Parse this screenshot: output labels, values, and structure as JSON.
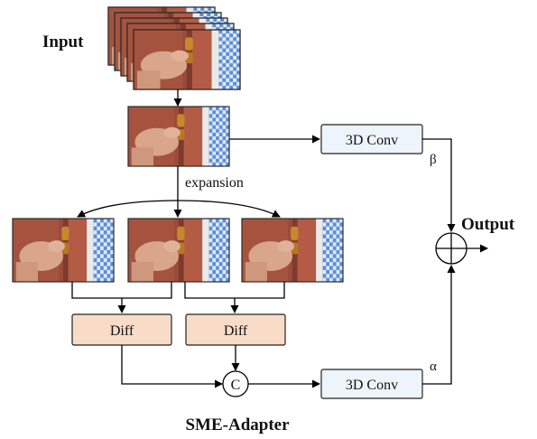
{
  "diagram": {
    "input_label": "Input",
    "output_label": "Output",
    "expansion_label": "expansion",
    "conv_label": "3D Conv",
    "diff_label": "Diff",
    "concat_label": "C",
    "beta_label": "β",
    "alpha_label": "α",
    "caption": "SME-Adapter"
  },
  "colors": {
    "conv_fill": "#eef4fb",
    "diff_fill": "#f8dcc8",
    "door_wood": "#9a4a3a",
    "wall_white": "#eaeaea",
    "skin": "#d9a58b",
    "tile_blue": "#5b8fd6",
    "handle_gold": "#c8872b"
  }
}
